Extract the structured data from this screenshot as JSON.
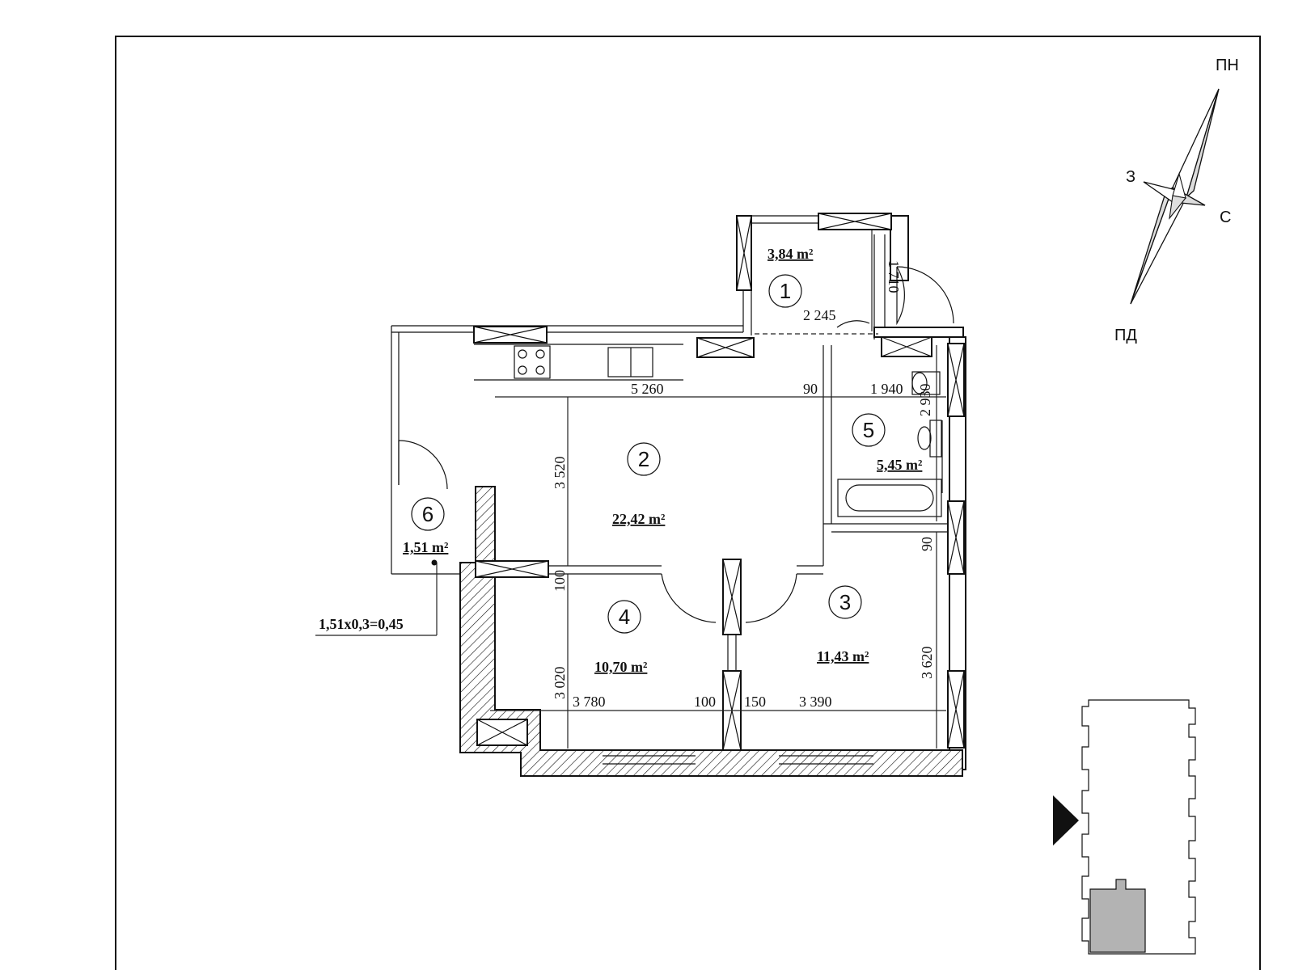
{
  "rooms": [
    {
      "number": "1",
      "area": "3,84 m²"
    },
    {
      "number": "2",
      "area": "22,42 m²"
    },
    {
      "number": "3",
      "area": "11,43 m²"
    },
    {
      "number": "4",
      "area": "10,70 m²"
    },
    {
      "number": "5",
      "area": "5,45 m²"
    },
    {
      "number": "6",
      "area": "1,51 m²"
    }
  ],
  "dimensions": {
    "d_2245": "2 245",
    "d_1710": "1 710",
    "d_5260": "5 260",
    "d_90_top": "90",
    "d_1940": "1 940",
    "d_2930": "2 930",
    "d_3520": "3 520",
    "d_90_right": "90",
    "d_100_left": "100",
    "d_3620": "3 620",
    "d_3020": "3 020",
    "d_3780": "3 780",
    "d_100_bottom": "100",
    "d_150": "150",
    "d_3390": "3 390"
  },
  "balcony_formula": "1,51x0,3=0,45",
  "compass": {
    "north": "ПН",
    "south": "ПД",
    "west": "З",
    "east": "С"
  },
  "colors": {
    "line": "#111111",
    "key_plan_highlight": "#b3b3b3"
  }
}
